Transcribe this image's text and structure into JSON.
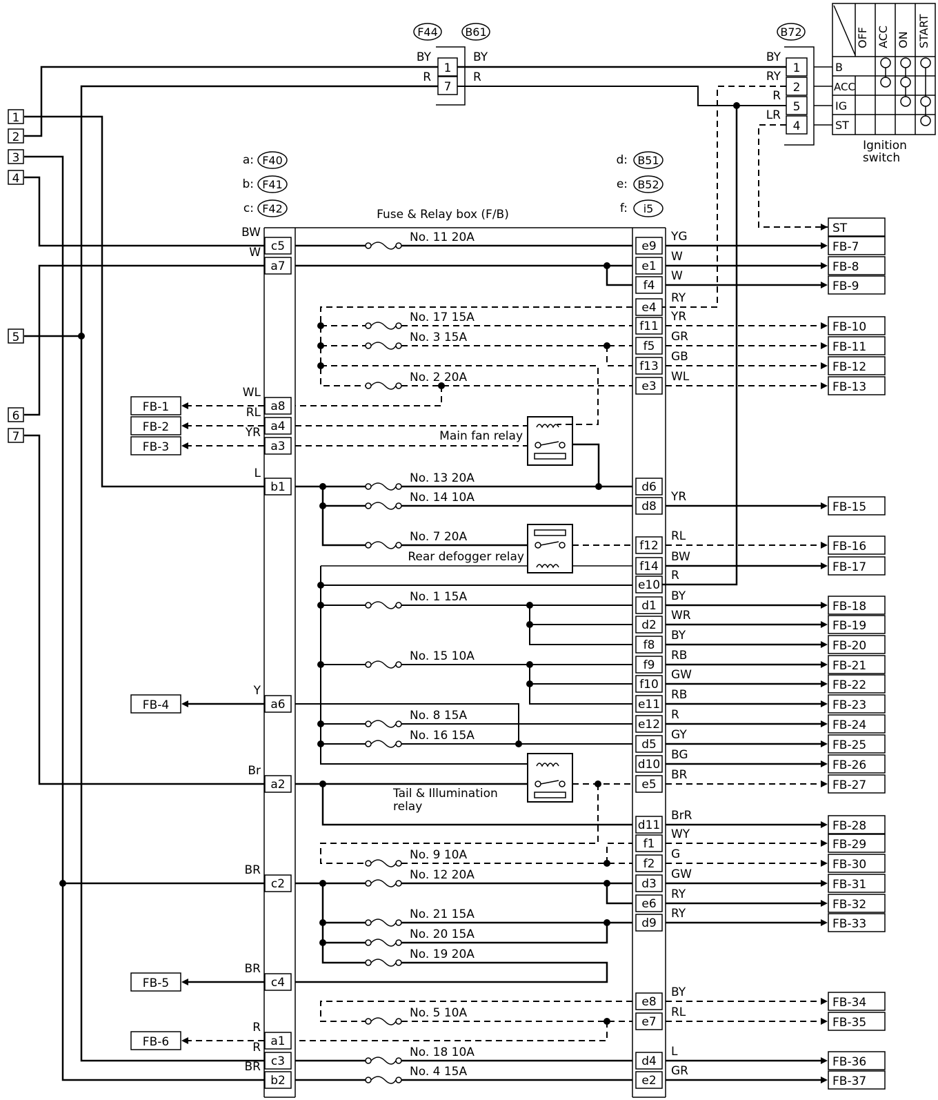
{
  "header_connectors": {
    "F44": "F44",
    "B61": "B61",
    "B72": "B72",
    "f44_wires": [
      "BY",
      "R"
    ],
    "b61_wires": [
      "BY",
      "R"
    ],
    "f44_pins": [
      "1",
      "7"
    ]
  },
  "ignition_switch": {
    "title_line1": "Ignition",
    "title_line2": "switch",
    "columns": [
      "OFF",
      "ACC",
      "ON",
      "START"
    ],
    "rows": [
      "B",
      "ACC",
      "IG",
      "ST"
    ],
    "pins": [
      "1",
      "2",
      "5",
      "4"
    ],
    "wires": [
      "BY",
      "RY",
      "R",
      "LR"
    ]
  },
  "left_terminals": [
    "1",
    "2",
    "3",
    "4",
    "5",
    "6",
    "7"
  ],
  "connector_legend": {
    "a_label": "a:",
    "a_name": "F40",
    "b_label": "b:",
    "b_name": "F41",
    "c_label": "c:",
    "c_name": "F42",
    "d_label": "d:",
    "d_name": "B51",
    "e_label": "e:",
    "e_name": "B52",
    "f_label": "f:",
    "f_name": "i5"
  },
  "fuse_box_title": "Fuse & Relay box (F/B)",
  "left_pins": [
    "c5",
    "a7",
    "a8",
    "a4",
    "a3",
    "b1",
    "a6",
    "a2",
    "c2",
    "c4",
    "a1",
    "c3",
    "b2"
  ],
  "left_wires": [
    "BW",
    "W",
    "WL",
    "RL",
    "YR",
    "L",
    "Y",
    "Br",
    "BR",
    "BR",
    "R",
    "R",
    "BR"
  ],
  "right_pins": [
    "e9",
    "e1",
    "f4",
    "e4",
    "f11",
    "f5",
    "f13",
    "e3",
    "d6",
    "d8",
    "f12",
    "f14",
    "e10",
    "d1",
    "d2",
    "f8",
    "f9",
    "f10",
    "e11",
    "e12",
    "d5",
    "d10",
    "e5",
    "d11",
    "f1",
    "f2",
    "d3",
    "e6",
    "d9",
    "e8",
    "e7",
    "d4",
    "e2"
  ],
  "right_wires": [
    "YG",
    "W",
    "W",
    "RY",
    "YR",
    "GR",
    "GB",
    "WL",
    "YR",
    "RL",
    "BW",
    "R",
    "BY",
    "WR",
    "BY",
    "RB",
    "GW",
    "RB",
    "R",
    "GY",
    "BG",
    "BR",
    "BrR",
    "WY",
    "G",
    "GW",
    "RY",
    "RY",
    "BY",
    "RL",
    "L",
    "GR"
  ],
  "fuses": [
    "No. 11 20A",
    "No. 17 15A",
    "No. 3  15A",
    "No. 2  20A",
    "No. 13 20A",
    "No. 14 10A",
    "No. 7  20A",
    "No. 1  15A",
    "No. 15 10A",
    "No. 8  15A",
    "No. 16 15A",
    "No. 9  10A",
    "No. 12 20A",
    "No. 21 15A",
    "No. 20 15A",
    "No. 19 20A",
    "No. 5  10A",
    "No. 18 10A",
    "No. 4  15A"
  ],
  "relays": {
    "main_fan": "Main fan relay",
    "rear_defogger": "Rear defogger relay",
    "tail_line1": "Tail & Illumination",
    "tail_line2": "relay"
  },
  "outputs_left": [
    "FB-1",
    "FB-2",
    "FB-3",
    "FB-4",
    "FB-5",
    "FB-6"
  ],
  "outputs_right": [
    "ST",
    "FB-7",
    "FB-8",
    "FB-9",
    "FB-10",
    "FB-11",
    "FB-12",
    "FB-13",
    "FB-15",
    "FB-16",
    "FB-17",
    "FB-18",
    "FB-19",
    "FB-20",
    "FB-21",
    "FB-22",
    "FB-23",
    "FB-24",
    "FB-25",
    "FB-26",
    "FB-27",
    "FB-28",
    "FB-29",
    "FB-30",
    "FB-31",
    "FB-32",
    "FB-33",
    "FB-34",
    "FB-35",
    "FB-36",
    "FB-37"
  ]
}
